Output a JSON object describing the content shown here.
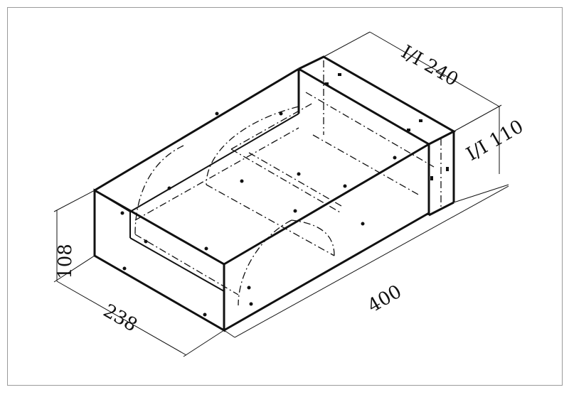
{
  "drawing": {
    "dimensions": {
      "height": "108",
      "width": "238",
      "length": "400",
      "sleeve_width": "I/I 240",
      "sleeve_height": "I/I 110"
    },
    "line_color": "#111111",
    "frame_color": "#9a9a9a"
  }
}
